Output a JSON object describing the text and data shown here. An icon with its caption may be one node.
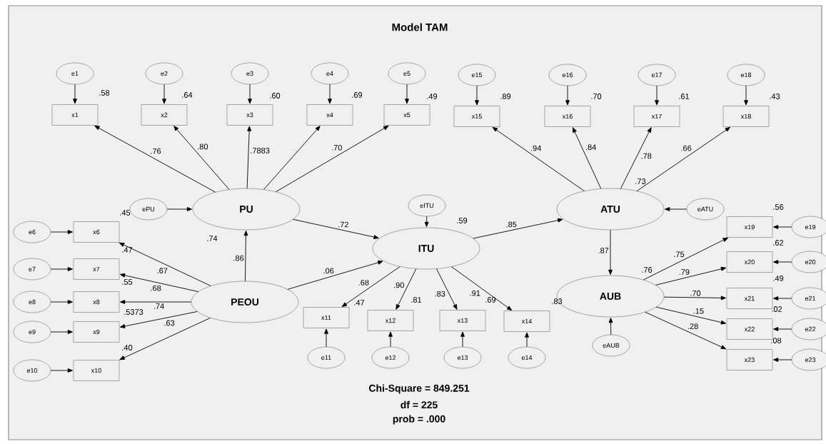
{
  "diagram": {
    "title": "Model TAM",
    "nodes": [
      {
        "text": [
          "e1"
        ]
      },
      {
        "text": [
          "e2"
        ]
      },
      {
        "text": [
          "e3"
        ]
      },
      {
        "text": [
          "e4"
        ]
      },
      {
        "text": [
          "e5"
        ]
      },
      {
        "text": [
          "x1"
        ],
        "beside": [
          ".58"
        ]
      },
      {
        "text": [
          "x2"
        ],
        "beside": [
          ".64"
        ]
      },
      {
        "text": [
          "x3"
        ],
        "beside": [
          ".60"
        ]
      },
      {
        "text": [
          "x4"
        ],
        "beside": [
          ".69"
        ]
      },
      {
        "text": [
          "x5"
        ],
        "beside": [
          ".49"
        ]
      },
      {
        "text": [
          "e15"
        ]
      },
      {
        "text": [
          "e16"
        ]
      },
      {
        "text": [
          "e17"
        ]
      },
      {
        "text": [
          "e18"
        ]
      },
      {
        "text": [
          "x15"
        ],
        "beside": [
          ".89"
        ]
      },
      {
        "text": [
          "x16"
        ],
        "beside": [
          ".70"
        ]
      },
      {
        "text": [
          "x17"
        ],
        "beside": [
          ".61"
        ]
      },
      {
        "text": [
          "x18"
        ],
        "beside": [
          ".43"
        ]
      },
      {
        "text": [
          "PU"
        ],
        "beside": [
          ".74"
        ]
      },
      {
        "text": [
          "ePU"
        ]
      },
      {
        "text": [
          "eITU"
        ]
      },
      {
        "text": [
          "ITU"
        ],
        "beside": [
          ".59"
        ]
      },
      {
        "text": [
          "ATU"
        ],
        "beside": [
          ".73"
        ]
      },
      {
        "text": [
          "eATU"
        ]
      },
      {
        "text": [
          "e6"
        ]
      },
      {
        "text": [
          "e7"
        ]
      },
      {
        "text": [
          "e8"
        ]
      },
      {
        "text": [
          "e9"
        ]
      },
      {
        "text": [
          "e10"
        ]
      },
      {
        "text": [
          "x6"
        ]
      },
      {
        "text": [
          "x7"
        ],
        "beside": [
          ".47"
        ]
      },
      {
        "text": [
          "x8"
        ],
        "beside": [
          ".55"
        ]
      },
      {
        "text": [
          "x9"
        ]
      },
      {
        "text": [
          "x10"
        ]
      },
      {
        "text": [
          "PEOU"
        ]
      },
      {
        "text": [
          "x11"
        ],
        "beside": [
          ".47"
        ]
      },
      {
        "text": [
          "x12"
        ],
        "beside": [
          ".81"
        ]
      },
      {
        "text": [
          "x13"
        ],
        "beside": [
          ".69"
        ]
      },
      {
        "text": [
          "x14"
        ]
      },
      {
        "text": [
          "e11"
        ]
      },
      {
        "text": [
          "e12"
        ]
      },
      {
        "text": [
          "e13"
        ]
      },
      {
        "text": [
          "e14"
        ]
      },
      {
        "text": [
          "AUB"
        ],
        "beside": [
          ".76"
        ]
      },
      {
        "text": [
          "eAUB"
        ]
      },
      {
        "text": [
          "x19"
        ],
        "beside": [
          ".56"
        ]
      },
      {
        "text": [
          "x20"
        ],
        "beside": [
          ".62"
        ]
      },
      {
        "text": [
          "x21"
        ],
        "beside": [
          ".49"
        ]
      },
      {
        "text": [
          "x22"
        ]
      },
      {
        "text": [
          "x23"
        ]
      },
      {
        "text": [
          "e19"
        ]
      },
      {
        "text": [
          "e20"
        ]
      },
      {
        "text": [
          "e21"
        ]
      },
      {
        "text": [
          "e22"
        ]
      },
      {
        "text": [
          "e23"
        ]
      }
    ],
    "edges": [
      {
        "from": 0,
        "to": 5,
        "arrow": "to"
      },
      {
        "from": 1,
        "to": 6,
        "arrow": "to"
      },
      {
        "from": 2,
        "to": 7,
        "arrow": "to"
      },
      {
        "from": 3,
        "to": 8,
        "arrow": "to"
      },
      {
        "from": 4,
        "to": 9,
        "arrow": "to"
      },
      {
        "from": 10,
        "to": 14,
        "arrow": "to"
      },
      {
        "from": 11,
        "to": 15,
        "arrow": "to"
      },
      {
        "from": 12,
        "to": 16,
        "arrow": "to"
      },
      {
        "from": 13,
        "to": 17,
        "arrow": "to"
      },
      {
        "from": 18,
        "to": 5,
        "arrow": "to",
        "label": ".76"
      },
      {
        "from": 18,
        "to": 6,
        "arrow": "to",
        "label": ".80"
      },
      {
        "from": 18,
        "to": 7,
        "arrow": "to",
        "label": ".7883"
      },
      {
        "from": 18,
        "to": 8,
        "arrow": "to"
      },
      {
        "from": 18,
        "to": 9,
        "arrow": "to",
        "label": ".70"
      },
      {
        "from": 22,
        "to": 14,
        "arrow": "to",
        "label": ".94"
      },
      {
        "from": 22,
        "to": 15,
        "arrow": "to",
        "label": ".84"
      },
      {
        "from": 22,
        "to": 16,
        "arrow": "to",
        "label": ".78"
      },
      {
        "from": 22,
        "to": 17,
        "arrow": "to",
        "label": ".66"
      },
      {
        "from": 19,
        "to": 18,
        "arrow": "to"
      },
      {
        "from": 20,
        "to": 21,
        "arrow": "to"
      },
      {
        "from": 23,
        "to": 22,
        "arrow": "to"
      },
      {
        "from": 18,
        "to": 21,
        "arrow": "to",
        "label": ".72"
      },
      {
        "from": 34,
        "to": 18,
        "arrow": "to",
        "label": ".86"
      },
      {
        "from": 34,
        "to": 21,
        "arrow": "to",
        "label": ".06"
      },
      {
        "from": 21,
        "to": 22,
        "arrow": "to",
        "label": ".85"
      },
      {
        "from": 22,
        "to": 43,
        "arrow": "to",
        "label": ".87"
      },
      {
        "from": 24,
        "to": 29,
        "arrow": "to"
      },
      {
        "from": 25,
        "to": 30,
        "arrow": "to"
      },
      {
        "from": 26,
        "to": 31,
        "arrow": "to"
      },
      {
        "from": 27,
        "to": 32,
        "arrow": "to"
      },
      {
        "from": 28,
        "to": 33,
        "arrow": "to"
      },
      {
        "from": 34,
        "to": 29,
        "arrow": "to",
        "label": ".67"
      },
      {
        "from": 34,
        "to": 30,
        "arrow": "to",
        "label": ".68"
      },
      {
        "from": 34,
        "to": 31,
        "arrow": "to",
        "label": ".74"
      },
      {
        "from": 34,
        "to": 32,
        "arrow": "to",
        "label": ".63"
      },
      {
        "from": 34,
        "to": 33,
        "arrow": "to"
      },
      {
        "from": 21,
        "to": 35,
        "arrow": "to",
        "label": ".68"
      },
      {
        "from": 21,
        "to": 36,
        "arrow": "to",
        "label": ".90"
      },
      {
        "from": 21,
        "to": 37,
        "arrow": "to",
        "label": ".83"
      },
      {
        "from": 21,
        "to": 38,
        "arrow": "to",
        "label": ".91"
      },
      {
        "from": 39,
        "to": 35,
        "arrow": "to"
      },
      {
        "from": 40,
        "to": 36,
        "arrow": "to"
      },
      {
        "from": 41,
        "to": 37,
        "arrow": "to"
      },
      {
        "from": 42,
        "to": 38,
        "arrow": "to"
      },
      {
        "from": 44,
        "to": 43,
        "arrow": "to"
      },
      {
        "from": 43,
        "to": 45,
        "arrow": "to",
        "label": ".75"
      },
      {
        "from": 43,
        "to": 46,
        "arrow": "to",
        "label": ".79"
      },
      {
        "from": 43,
        "to": 47,
        "arrow": "to",
        "label": ".70"
      },
      {
        "from": 43,
        "to": 48,
        "arrow": "to",
        "label": ".15"
      },
      {
        "from": 43,
        "to": 49,
        "arrow": "to",
        "label": ".28"
      },
      {
        "from": 50,
        "to": 45,
        "arrow": "to"
      },
      {
        "from": 51,
        "to": 46,
        "arrow": "to"
      },
      {
        "from": 52,
        "to": 47,
        "arrow": "to"
      },
      {
        "from": 53,
        "to": 48,
        "arrow": "to"
      },
      {
        "from": 54,
        "to": 49,
        "arrow": "to"
      }
    ],
    "labels": [
      ".45",
      ".5373",
      ".40",
      ".83",
      ".02",
      ".08",
      "Chi-Square = 849.251",
      "df = 225",
      "prob = .000"
    ]
  }
}
